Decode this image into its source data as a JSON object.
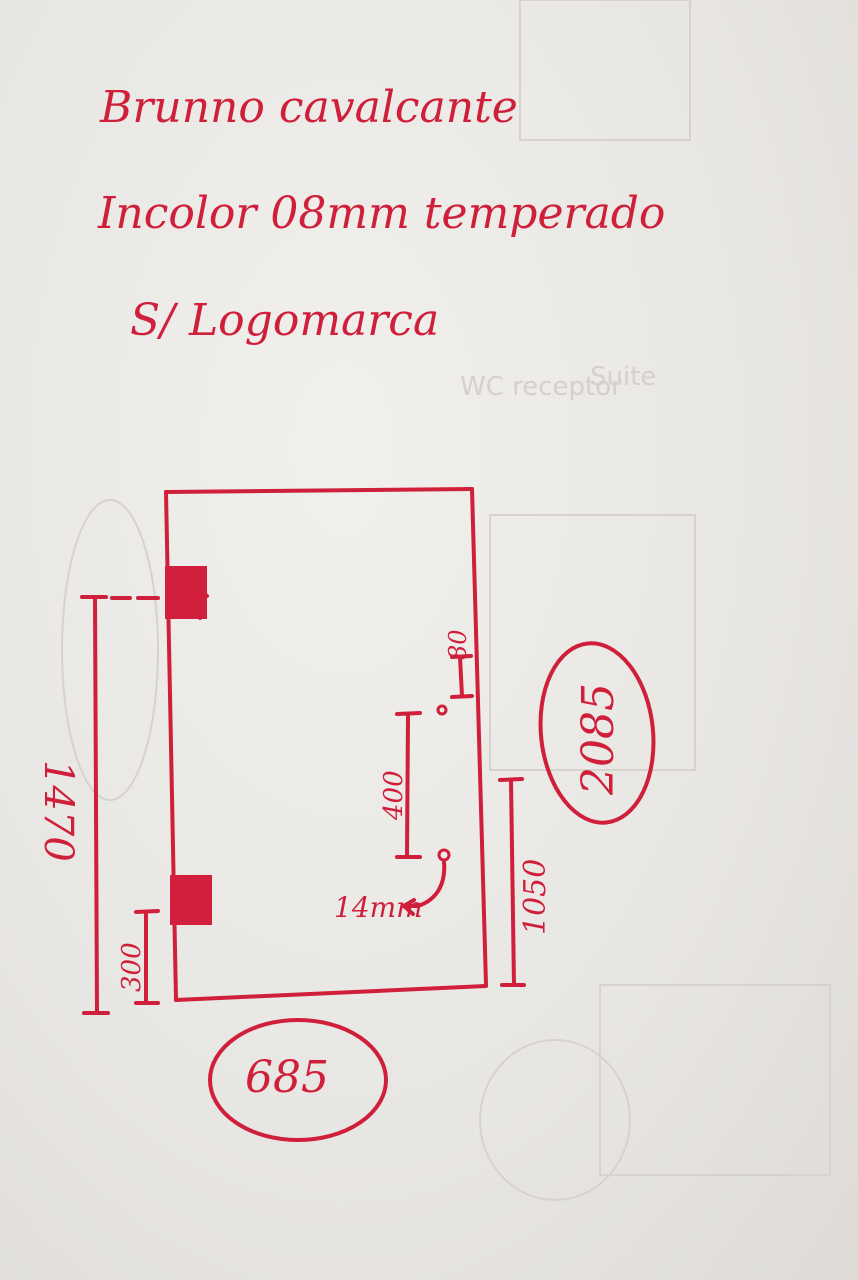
{
  "header": {
    "line1": "Brunno cavalcante",
    "line2": "Incolor 08mm temperado",
    "line3": "S/ Logomarca"
  },
  "dimensions": {
    "total_height": "2085",
    "width": "685",
    "hinge_span": "1470",
    "bottom_hinge_offset": "300",
    "handle_height": "1050",
    "handle_spacing": "400",
    "hole_top_offset": "80",
    "hole_diameter": "14mm"
  },
  "colors": {
    "ink": "#cf1f3a",
    "paper": "#efeeeb"
  }
}
